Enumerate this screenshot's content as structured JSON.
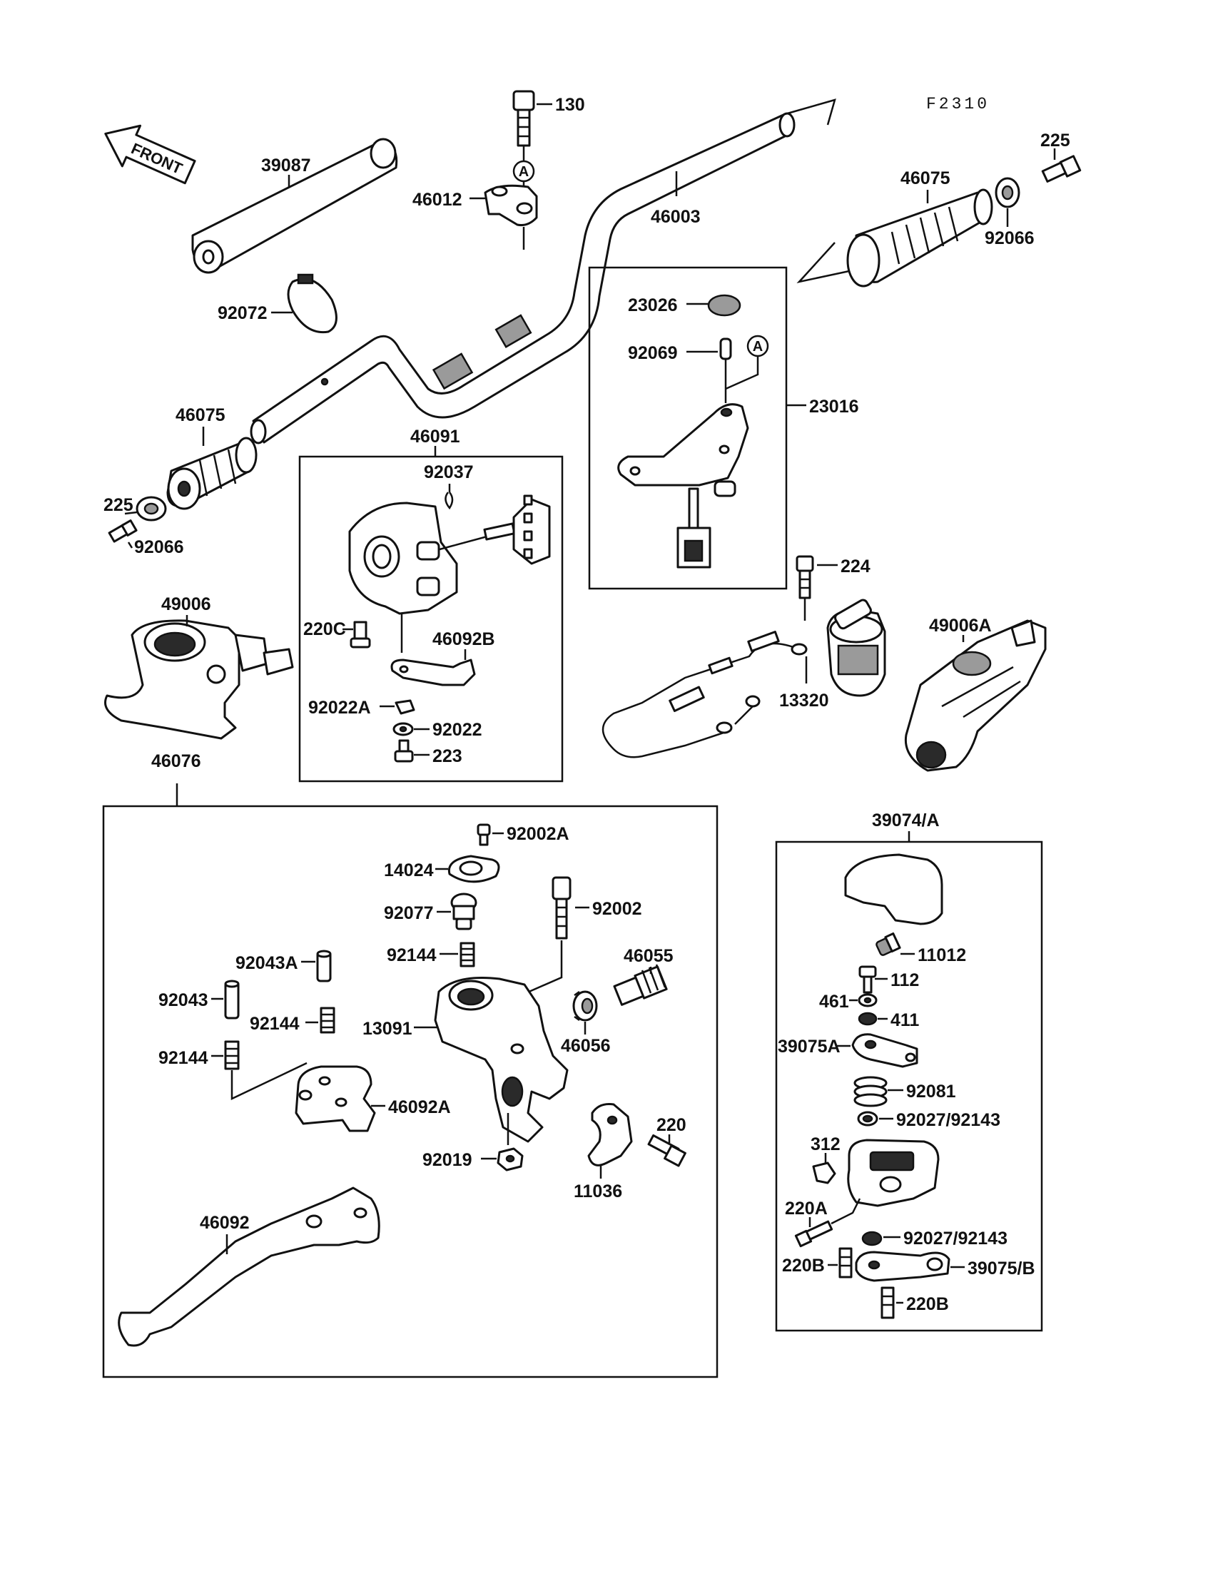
{
  "diagram_code": "F2310",
  "front_label": "FRONT",
  "ref_marks": {
    "a1": "A",
    "a2": "A"
  },
  "labels": {
    "l130": "130",
    "l39087": "39087",
    "l46012": "46012",
    "l46003": "46003",
    "l225_top": "225",
    "l46075_top": "46075",
    "l92066_top": "92066",
    "l92072": "92072",
    "l23026": "23026",
    "l92069": "92069",
    "l23016": "23016",
    "l46075_left": "46075",
    "l46091": "46091",
    "l92037": "92037",
    "l225_left": "225",
    "l92066_left": "92066",
    "l224": "224",
    "l49006": "49006",
    "l49006A": "49006A",
    "l220C": "220C",
    "l46092B": "46092B",
    "l13320": "13320",
    "l92022A": "92022A",
    "l92022": "92022",
    "l223": "223",
    "l46076": "46076",
    "l39074A": "39074/A",
    "l92002A": "92002A",
    "l14024": "14024",
    "l92002": "92002",
    "l92077": "92077",
    "l92144_a": "92144",
    "l46055": "46055",
    "l92043A": "92043A",
    "l92043": "92043",
    "l92144_b": "92144",
    "l13091": "13091",
    "l46056": "46056",
    "l92144_c": "92144",
    "l46092A": "46092A",
    "l11012": "11012",
    "l112": "112",
    "l461": "461",
    "l411": "411",
    "l39075A": "39075A",
    "l92081": "92081",
    "l92027_a": "92027/92143",
    "l312": "312",
    "l220": "220",
    "l92019": "92019",
    "l11036": "11036",
    "l46092": "46092",
    "l220A": "220A",
    "l92027_b": "92027/92143",
    "l220B_a": "220B",
    "l39075B": "39075/B",
    "l220B_b": "220B"
  }
}
